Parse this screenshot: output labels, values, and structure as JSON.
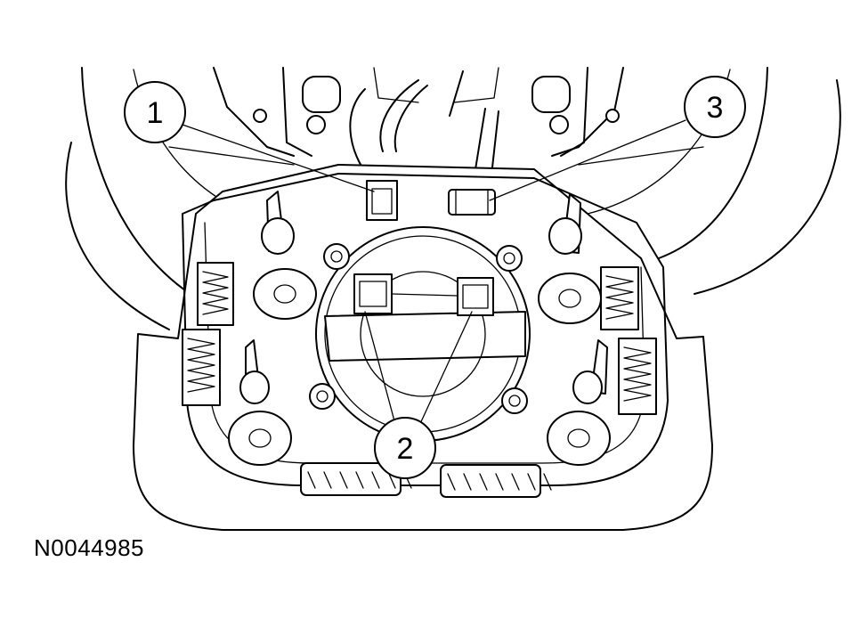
{
  "figure": {
    "reference_code": "N0044985",
    "callouts": [
      {
        "id": "callout-1",
        "label": "1"
      },
      {
        "id": "callout-2",
        "label": "2"
      },
      {
        "id": "callout-3",
        "label": "3"
      }
    ]
  }
}
